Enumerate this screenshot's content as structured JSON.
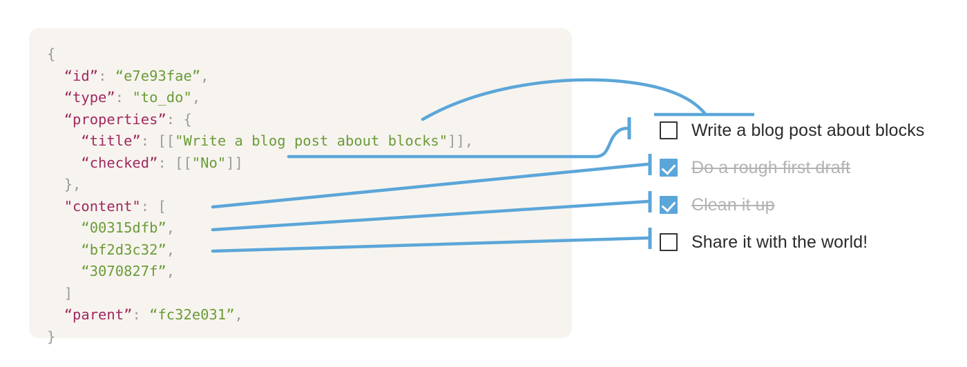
{
  "theme": {
    "panel_bg": "#F7F4EF",
    "page_bg": "#FFFFFF",
    "connector_blue": "#5BA6D9",
    "key_color": "#A02860",
    "string_color": "#6B9B38",
    "punct_color": "#9A9A9A",
    "checkbox_border": "#333333",
    "done_text": "#B2B2B2",
    "text_color": "#2B2B2B"
  },
  "code_panel": {
    "language": "json",
    "lines": [
      {
        "indent": 0,
        "tokens": [
          {
            "t": "{",
            "c": "p"
          }
        ]
      },
      {
        "indent": 1,
        "tokens": [
          {
            "t": "“id”",
            "c": "k"
          },
          {
            "t": ": ",
            "c": "p"
          },
          {
            "t": "“e7e93fae”",
            "c": "s"
          },
          {
            "t": ",",
            "c": "p"
          }
        ]
      },
      {
        "indent": 1,
        "tokens": [
          {
            "t": "“type”",
            "c": "k"
          },
          {
            "t": ": ",
            "c": "p"
          },
          {
            "t": "\"to_do\"",
            "c": "s"
          },
          {
            "t": ",",
            "c": "p"
          }
        ]
      },
      {
        "indent": 1,
        "tokens": [
          {
            "t": "“properties”",
            "c": "k"
          },
          {
            "t": ": {",
            "c": "p"
          }
        ]
      },
      {
        "indent": 2,
        "tokens": [
          {
            "t": "“title”",
            "c": "k"
          },
          {
            "t": ": [[",
            "c": "p"
          },
          {
            "t": "\"Write a blog post about blocks\"",
            "c": "s"
          },
          {
            "t": "]],",
            "c": "p"
          }
        ]
      },
      {
        "indent": 2,
        "tokens": [
          {
            "t": "“checked”",
            "c": "k"
          },
          {
            "t": ": [[",
            "c": "p"
          },
          {
            "t": "\"No\"",
            "c": "s"
          },
          {
            "t": "]]",
            "c": "p"
          }
        ]
      },
      {
        "indent": 1,
        "tokens": [
          {
            "t": "},",
            "c": "p"
          }
        ]
      },
      {
        "indent": 1,
        "tokens": [
          {
            "t": "\"content\"",
            "c": "k"
          },
          {
            "t": ": [",
            "c": "p"
          }
        ]
      },
      {
        "indent": 2,
        "tokens": [
          {
            "t": "“00315dfb”",
            "c": "s"
          },
          {
            "t": ",",
            "c": "p"
          }
        ]
      },
      {
        "indent": 2,
        "tokens": [
          {
            "t": "“bf2d3c32”",
            "c": "s"
          },
          {
            "t": ",",
            "c": "p"
          }
        ]
      },
      {
        "indent": 2,
        "tokens": [
          {
            "t": "“3070827f”",
            "c": "s"
          },
          {
            "t": ",",
            "c": "p"
          }
        ]
      },
      {
        "indent": 1,
        "tokens": [
          {
            "t": "]",
            "c": "p"
          }
        ]
      },
      {
        "indent": 1,
        "tokens": [
          {
            "t": "“parent”",
            "c": "k"
          },
          {
            "t": ": ",
            "c": "p"
          },
          {
            "t": "“fc32e031”",
            "c": "s"
          },
          {
            "t": ",",
            "c": "p"
          }
        ]
      },
      {
        "indent": 0,
        "tokens": [
          {
            "t": "}",
            "c": "p"
          }
        ]
      }
    ]
  },
  "checklist": {
    "items": [
      {
        "label": "Write a blog post about blocks",
        "checked": false
      },
      {
        "label": "Do a rough first draft",
        "checked": true
      },
      {
        "label": "Clean it up",
        "checked": true
      },
      {
        "label": "Share it with the world!",
        "checked": false
      }
    ]
  },
  "connectors": {
    "description": "Blue leader lines linking JSON fields to rendered checklist items",
    "links": [
      {
        "from": "title-value",
        "to": "item-0-text-underline"
      },
      {
        "from": "checked-value",
        "to": "item-0-checkbox"
      },
      {
        "from": "content-id-00315dfb",
        "to": "item-1-checkbox"
      },
      {
        "from": "content-id-bf2d3c32",
        "to": "item-2-checkbox"
      },
      {
        "from": "content-id-3070827f",
        "to": "item-3-checkbox"
      }
    ]
  }
}
